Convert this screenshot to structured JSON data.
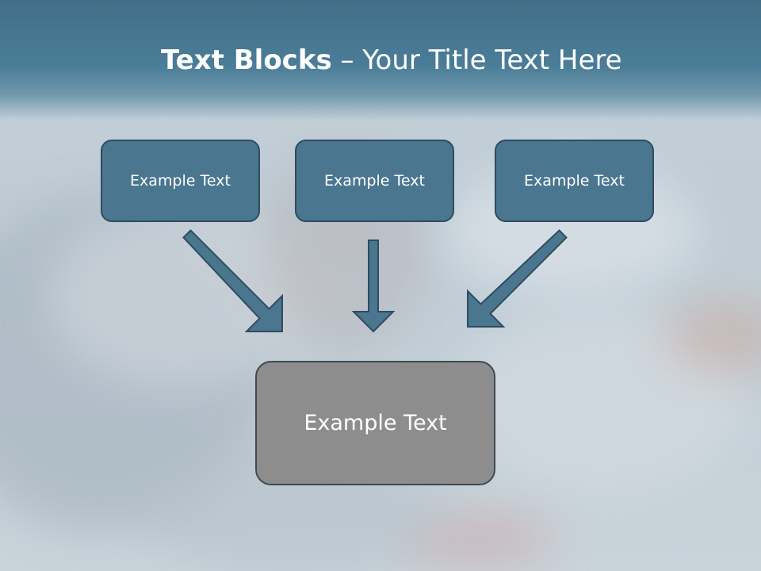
{
  "slide": {
    "title_bold": "Text Blocks",
    "title_rest": " – Your Title Text Here",
    "blocks": [
      {
        "label": "Example Text"
      },
      {
        "label": "Example Text"
      },
      {
        "label": "Example Text"
      }
    ],
    "target": {
      "label": "Example Text"
    }
  },
  "colors": {
    "header": "#4a7d98",
    "block_fill": "#4a7690",
    "block_border": "#2f4c5e",
    "target_fill": "#8d8d8d",
    "arrow_fill": "#4a7690"
  },
  "icons": {
    "arrows": [
      "arrow-down-right-icon",
      "arrow-down-icon",
      "arrow-down-left-icon"
    ]
  }
}
